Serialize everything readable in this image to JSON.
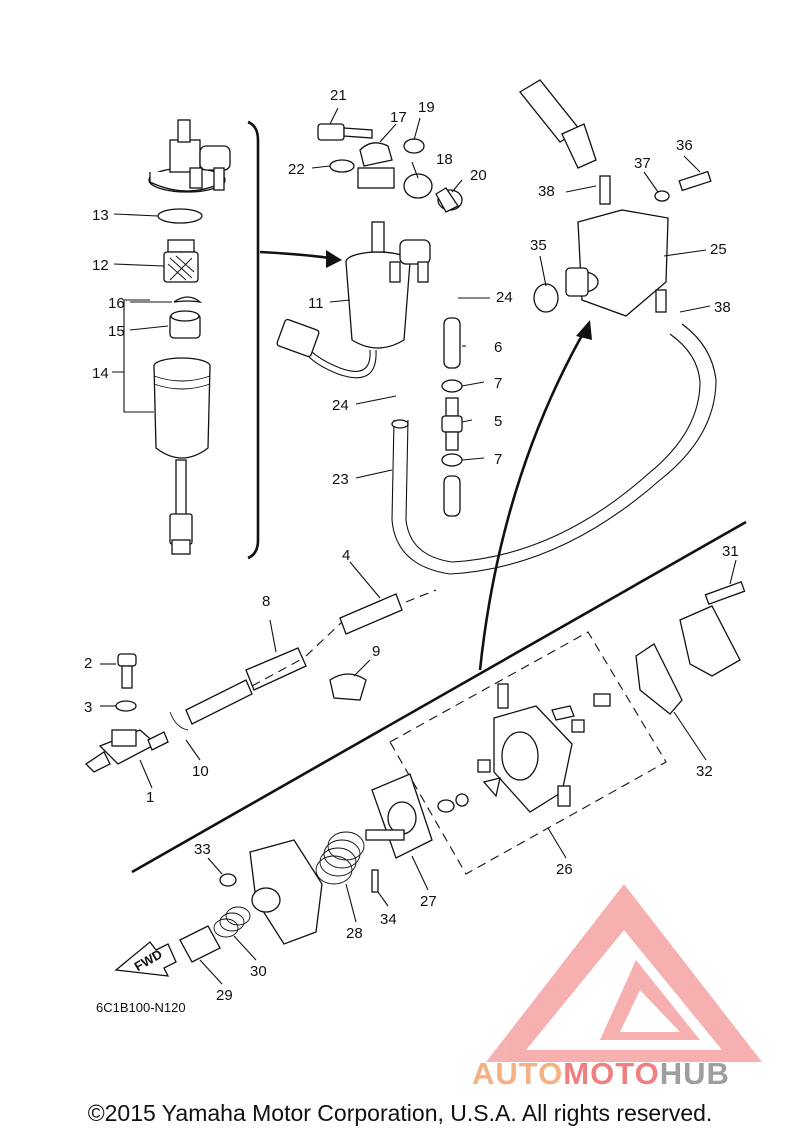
{
  "diagram": {
    "callouts": [
      "1",
      "2",
      "3",
      "4",
      "5",
      "6",
      "7",
      "7",
      "8",
      "9",
      "10",
      "11",
      "12",
      "13",
      "14",
      "15",
      "16",
      "17",
      "18",
      "19",
      "20",
      "21",
      "22",
      "23",
      "24",
      "24",
      "25",
      "26",
      "27",
      "28",
      "29",
      "30",
      "31",
      "32",
      "33",
      "34",
      "35",
      "36",
      "37",
      "38",
      "38"
    ],
    "diagram_code": "6C1B100-N120",
    "fwd_label": "FWD"
  },
  "watermark": {
    "brand_part1": "AUTO",
    "brand_part2": "MOTO",
    "brand_part3": "HUB",
    "colors": {
      "auto": "#f4b183",
      "moto": "#f08080",
      "hub": "#9e9e9e",
      "logo": "#f5a3a3"
    }
  },
  "footer": {
    "copyright": "©2015 Yamaha Motor Corporation, U.S.A. All rights reserved."
  }
}
